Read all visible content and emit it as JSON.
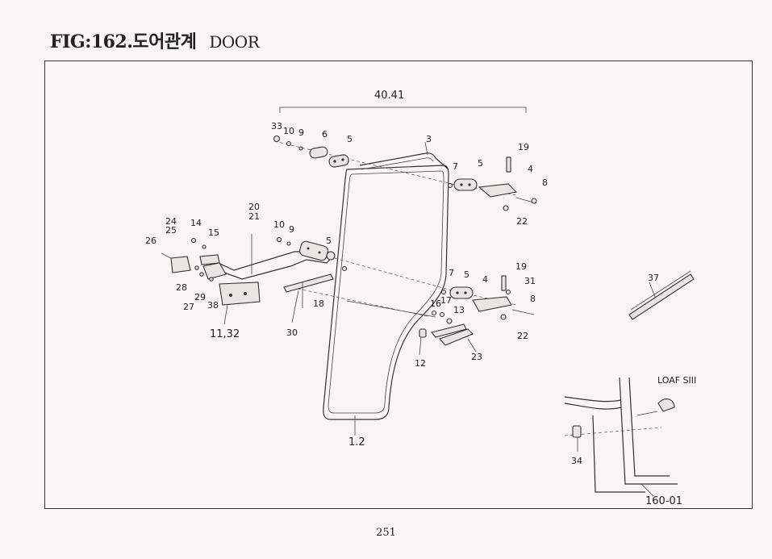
{
  "header": {
    "fig": "FIG:162.",
    "title_ko": "도어관계",
    "title_en": "DOOR"
  },
  "page_number": "251",
  "callouts": {
    "c40": "40.41",
    "c33": "33",
    "c10a": "10",
    "c9a": "9",
    "c6": "6",
    "c5a": "5",
    "c3": "3",
    "c7a": "7",
    "c5b": "5",
    "c19a": "19",
    "c4a": "4",
    "c8a": "8",
    "c22a": "22",
    "c24": "24",
    "c25": "25",
    "c14": "14",
    "c15": "15",
    "c26": "26",
    "c20": "20",
    "c21": "21",
    "c10b": "10",
    "c9b": "9",
    "c5c": "5",
    "c28": "28",
    "c27": "27",
    "c29": "29",
    "c38": "38",
    "c1132": "11,32",
    "c30": "30",
    "c18": "18",
    "c7b": "7",
    "c5d": "5",
    "c19b": "19",
    "c4b": "4",
    "c31": "31",
    "c8b": "8",
    "c22b": "22",
    "c16": "16",
    "c17": "17",
    "c13": "13",
    "c12": "12",
    "c23": "23",
    "c12b": "1.2",
    "c37": "37",
    "c34": "34",
    "c16001": "160-01",
    "loaf": "LOAF SIII"
  }
}
